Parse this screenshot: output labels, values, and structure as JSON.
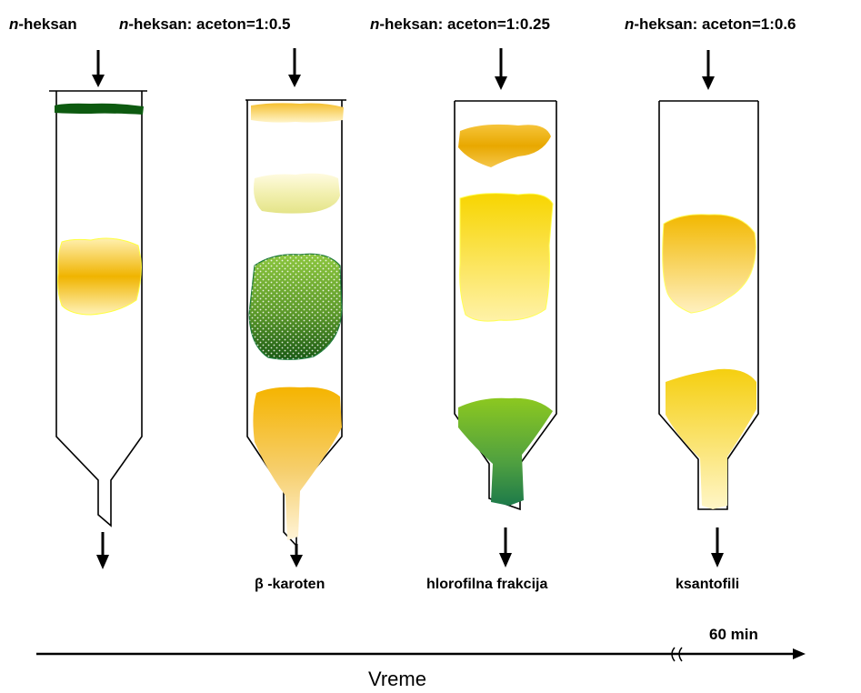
{
  "headers": [
    {
      "solvent": "n",
      "rest": "-heksan"
    },
    {
      "solvent": "n",
      "rest": "-heksan: aceton=1:0.5"
    },
    {
      "solvent": "n",
      "rest": "-heksan: aceton=1:0.25"
    },
    {
      "solvent": "n",
      "rest": "-heksan: aceton=1:0.6"
    }
  ],
  "fractions": {
    "beta": "β -karoten",
    "chlorophyll": "hlorofilna frakcija",
    "xanthophyll": "ksantofili"
  },
  "time_axis": {
    "label": "Vreme",
    "end_label": "60 min"
  },
  "colors": {
    "yellow": "#f5d000",
    "orange_yellow": "#f0b400",
    "green": "#5aa020",
    "dark_green": "#0d5a10"
  }
}
